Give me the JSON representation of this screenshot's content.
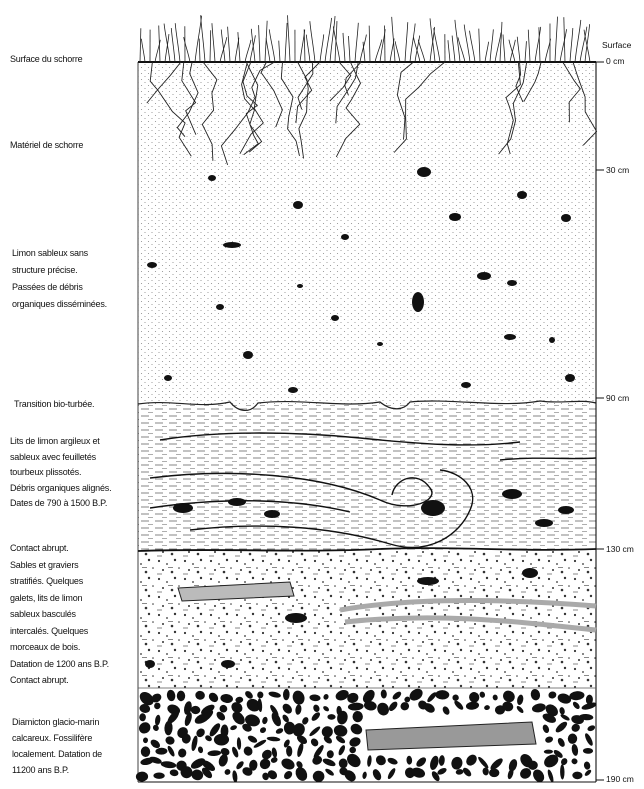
{
  "layers": [
    {
      "id": "surface",
      "lines": [
        "Surface du schorre"
      ]
    },
    {
      "id": "schorre",
      "lines": [
        "Matériel de schorre"
      ]
    },
    {
      "id": "limon",
      "lines": [
        "Limon sableux sans",
        "structure précise.",
        "Passées de débris",
        "organiques disséminées."
      ]
    },
    {
      "id": "transition",
      "lines": [
        "Transition bio-turbée."
      ]
    },
    {
      "id": "lits",
      "lines": [
        "Lits de limon argileux et",
        "sableux avec feuilletés",
        "tourbeux plissotés.",
        "Débris organiques alignés.",
        "Dates de 790 à 1500 B.P."
      ]
    },
    {
      "id": "sables",
      "lines": [
        "Contact abrupt.",
        "Sables et graviers",
        "stratifiés. Quelques",
        "galets, lits de limon",
        "sableux basculés",
        "intercalés. Quelques",
        "morceaux de bois.",
        "Datation de 1200 ans B.P.",
        "Contact abrupt."
      ]
    },
    {
      "id": "diamicton",
      "lines": [
        "Diamicton glacio-marin",
        "calcareux. Fossilifère",
        "localement. Datation de",
        "11200 ans B.P."
      ]
    }
  ],
  "depth_scale": {
    "title": "Surface",
    "marks": [
      "0 cm",
      "30 cm",
      "90 cm",
      "130 cm",
      "190 cm"
    ]
  },
  "colors": {
    "ink": "#111111",
    "paper": "#ffffff",
    "stipple": "#777777"
  }
}
